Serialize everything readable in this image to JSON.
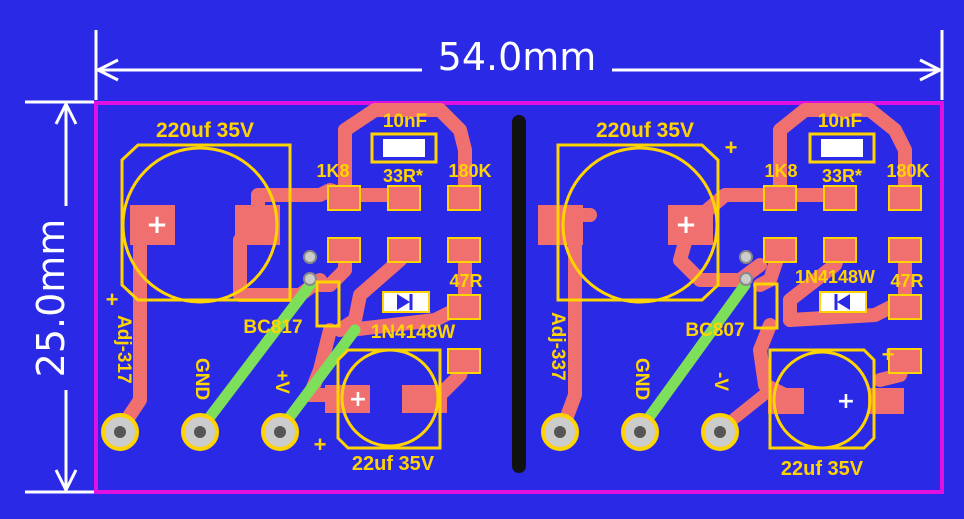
{
  "dimensions": {
    "width_label": "54.0mm",
    "height_label": "25.0mm"
  },
  "colors": {
    "background": "#2a2ae6",
    "copper": "#f07070",
    "silkscreen": "#ffd400",
    "board_outline": "#e010e0",
    "green_trace": "#7ee05a",
    "dimension": "#ffffff"
  },
  "left_circuit": {
    "cap_big": "220uf 35V",
    "cap_small_top": "10nF",
    "r1": "1K8",
    "r2": "33R*",
    "r3": "180K",
    "r4": "47R",
    "transistor": "BC817",
    "diode": "1N4148W",
    "cap_out": "22uf 35V",
    "pin_adj": "Adj-317",
    "pin_gnd": "GND",
    "pin_v": "+V",
    "plus": "+"
  },
  "right_circuit": {
    "cap_big": "220uf 35V",
    "cap_small_top": "10nF",
    "r1": "1K8",
    "r2": "33R*",
    "r3": "180K",
    "r4": "47R",
    "transistor": "BC807",
    "diode": "1N4148W",
    "cap_out": "22uf 35V",
    "pin_adj": "Adj-337",
    "pin_gnd": "GND",
    "pin_v": "-V",
    "plus": "+"
  }
}
